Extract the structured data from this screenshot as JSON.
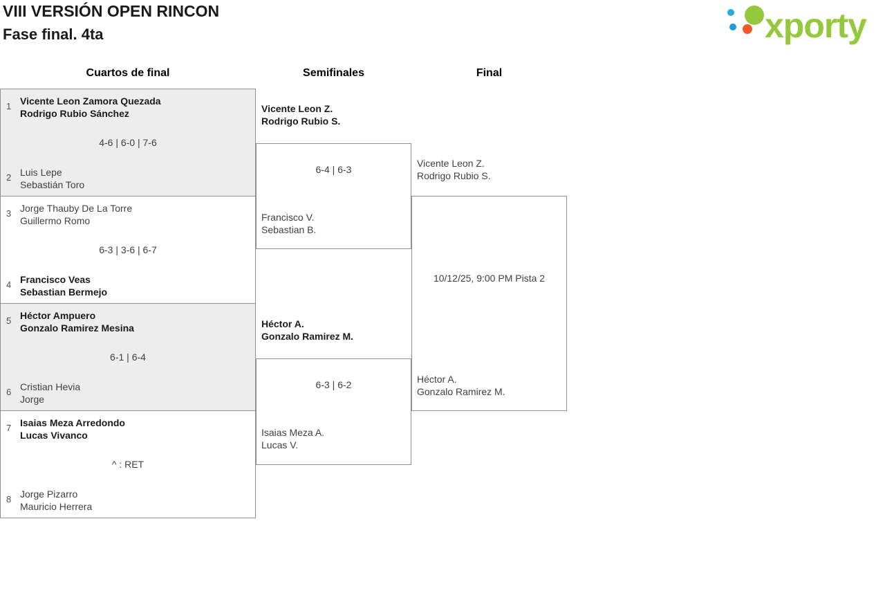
{
  "header": {
    "title": "VIII VERSIÓN OPEN RINCON",
    "subtitle": "Fase final. 4ta",
    "logo_text": "xporty"
  },
  "round_headers": {
    "quarterfinals": "Cuartos de final",
    "semifinals": "Semifinales",
    "final": "Final"
  },
  "colors": {
    "brand_green": "#94c83d",
    "logo_blue": "#29aae1",
    "logo_orange": "#f05a28",
    "match_shade": "#ededed",
    "border": "#8f8f8f"
  },
  "quarterfinals": [
    {
      "seed_top": "1",
      "team_top_line1": "Vicente Leon Zamora Quezada",
      "team_top_line2": "Rodrigo Rubio Sánchez",
      "team_top_winner": true,
      "score": "4-6 | 6-0 | 7-6",
      "seed_bottom": "2",
      "team_bottom_line1": "Luis Lepe",
      "team_bottom_line2": "Sebastián Toro",
      "team_bottom_winner": false
    },
    {
      "seed_top": "3",
      "team_top_line1": "Jorge Thauby De La Torre",
      "team_top_line2": "Guillermo Romo",
      "team_top_winner": false,
      "score": "6-3 | 3-6 | 6-7",
      "seed_bottom": "4",
      "team_bottom_line1": "Francisco Veas",
      "team_bottom_line2": "Sebastian Bermejo",
      "team_bottom_winner": true
    },
    {
      "seed_top": "5",
      "team_top_line1": "Héctor Ampuero",
      "team_top_line2": "Gonzalo Ramirez Mesina",
      "team_top_winner": true,
      "score": "6-1 | 6-4",
      "seed_bottom": "6",
      "team_bottom_line1": "Cristian Hevia",
      "team_bottom_line2": "Jorge",
      "team_bottom_winner": false
    },
    {
      "seed_top": "7",
      "team_top_line1": "Isaias Meza Arredondo",
      "team_top_line2": "Lucas Vivanco",
      "team_top_winner": true,
      "score": "^ : RET",
      "seed_bottom": "8",
      "team_bottom_line1": "Jorge Pizarro",
      "team_bottom_line2": "Mauricio Herrera",
      "team_bottom_winner": false
    }
  ],
  "semifinals": [
    {
      "team_top_line1": "Vicente Leon Z.",
      "team_top_line2": "Rodrigo Rubio S.",
      "team_top_winner": true,
      "score": "6-4 | 6-3",
      "team_bottom_line1": "Francisco V.",
      "team_bottom_line2": "Sebastian B.",
      "team_bottom_winner": false
    },
    {
      "team_top_line1": "Héctor A.",
      "team_top_line2": "Gonzalo Ramirez M.",
      "team_top_winner": true,
      "score": "6-3 | 6-2",
      "team_bottom_line1": "Isaias Meza A.",
      "team_bottom_line2": "Lucas V.",
      "team_bottom_winner": false
    }
  ],
  "final": {
    "team_top_line1": "Vicente Leon Z.",
    "team_top_line2": "Rodrigo Rubio S.",
    "match_info": "10/12/25, 9:00 PM Pista 2",
    "team_bottom_line1": "Héctor A.",
    "team_bottom_line2": "Gonzalo Ramirez M."
  }
}
